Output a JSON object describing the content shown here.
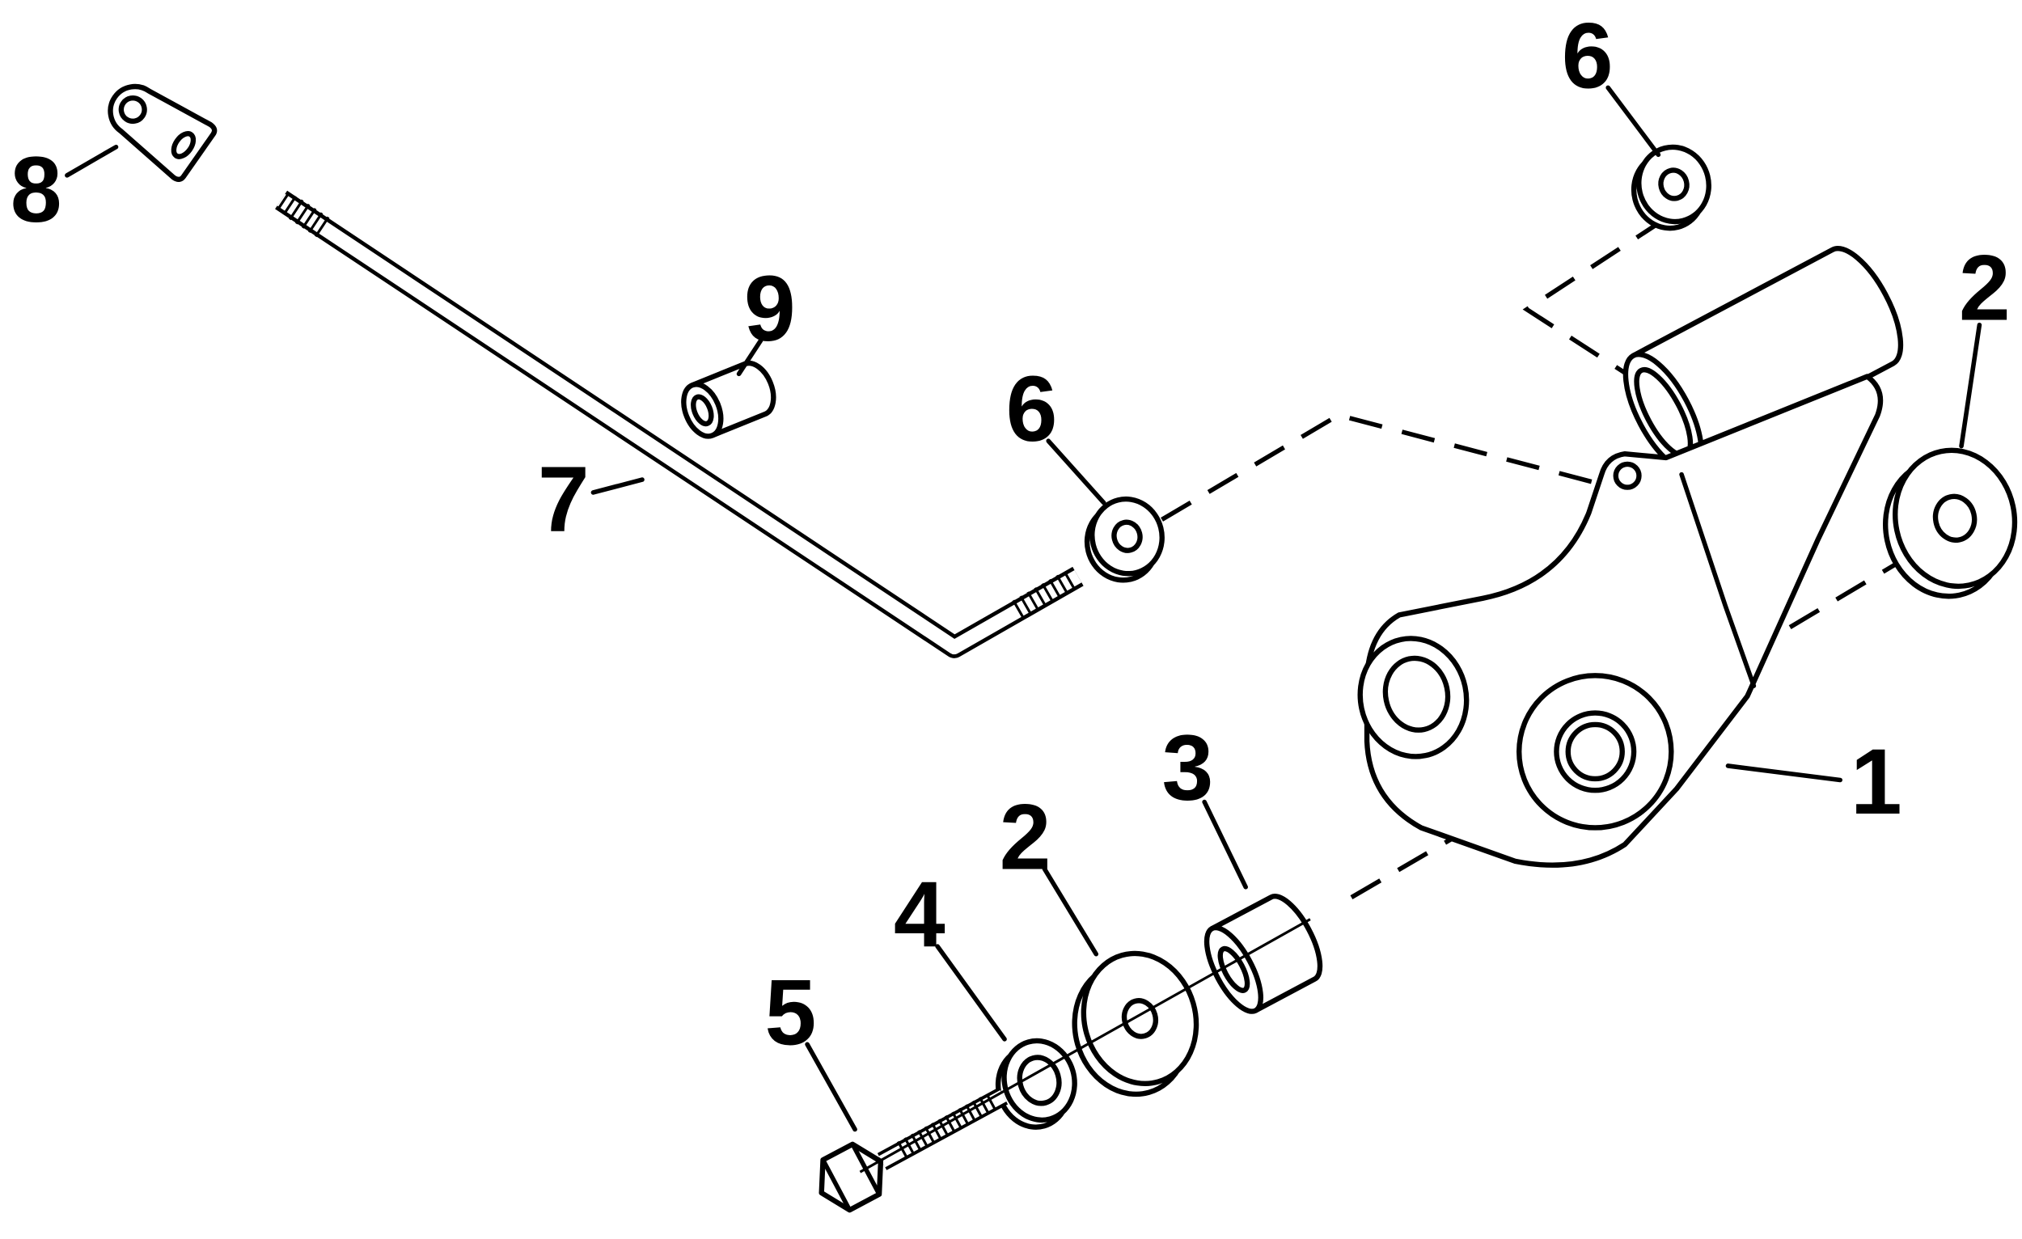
{
  "figure": {
    "type": "exploded-parts-diagram",
    "background_color": "#ffffff",
    "line_color": "#000000"
  },
  "callouts": {
    "part1": "1",
    "part2_right": "2",
    "part2_bottom": "2",
    "part3": "3",
    "part4": "4",
    "part5": "5",
    "part6_top": "6",
    "part6_mid": "6",
    "part7": "7",
    "part8": "8",
    "part9": "9"
  }
}
